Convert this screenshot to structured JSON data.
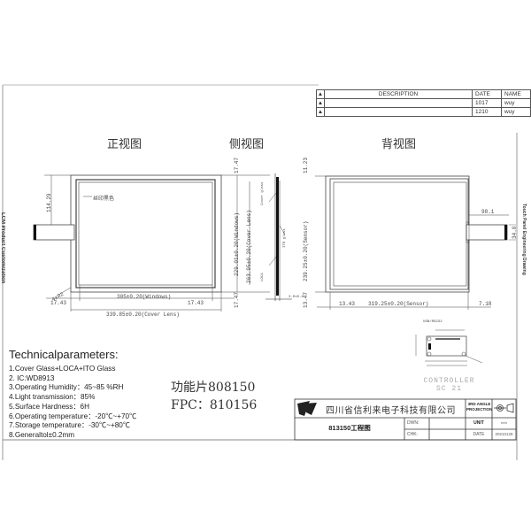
{
  "revision_table": {
    "headers": {
      "description": "DESCRIPTION",
      "date": "DATE",
      "name": "NAME"
    },
    "rows": [
      {
        "description": "",
        "date": "1017",
        "name": "wuy"
      },
      {
        "description": "",
        "date": "1210",
        "name": "wuy"
      }
    ]
  },
  "views": {
    "front": "正视图",
    "side": "侧视图",
    "back": "背视图"
  },
  "front_view": {
    "silk_note": "丝印黑色",
    "dim_fpc_offset": "114.29",
    "dim_left_border": "17.43",
    "dim_right_border": "17.43",
    "dim_window_width": "305±0.20(Windows)",
    "dim_cover_width": "339.85±0.20(Cover Lens)",
    "corner_note": "4xR2",
    "dim_top_border": "17.47",
    "dim_bottom_border": "17.47",
    "dim_window_height": "229.01±0.20(Windows)",
    "dim_cover_height": "263.95±0.20(Cover Lens)"
  },
  "side_view": {
    "label_top": "Cover glass",
    "label_mid": "ITO glass",
    "label_bottom": "LOCA",
    "dim_thickness": "3.0±0.2"
  },
  "back_view": {
    "dim_top": "11.23",
    "dim_bottom": "13.47",
    "dim_sensor_height": "239.25±0.20(Sensor)",
    "dim_left": "13.43",
    "dim_sensor_width": "319.25±0.20(Sensor)",
    "dim_right": "7.18",
    "dim_fpc_length": "98.1",
    "dim_fpc_width": "34.0"
  },
  "controller": {
    "line1": "CONTROLLER",
    "line2": "SC 21",
    "label_top": "USB/RS232"
  },
  "technical_parameters": {
    "title": "Technicalparameters:",
    "items": [
      "1.Cover Glass+LOCA+ITO Glass",
      "2. IC:WD8913",
      "3.Operating Humidity：45~85 %RH",
      "4.Light transmission：85%",
      "5.Surface Hardness：6H",
      "6.Operating temperature：-20℃~+70℃",
      "7.Storage temperature：-30℃~+80℃",
      "8.Generaltol±0.2mm"
    ]
  },
  "part_numbers": {
    "function_part": "功能片808150",
    "fpc": "FPC：810156"
  },
  "title_block": {
    "company": "四川省信利来电子科技有限公司",
    "projection_line1": "3RD ANGLE",
    "projection_line2": "PROJECTION",
    "drawing_name": "813150工程图",
    "dwn_label": "DWN:",
    "chk_label": "CHK:",
    "unit_label": "UNIT",
    "unit_value": "mm",
    "date_label": "DATE",
    "date_value": "20210128"
  },
  "margin_text": {
    "left": "LCM Product Customization",
    "right": "Touch Panel Engineering Drawing"
  }
}
